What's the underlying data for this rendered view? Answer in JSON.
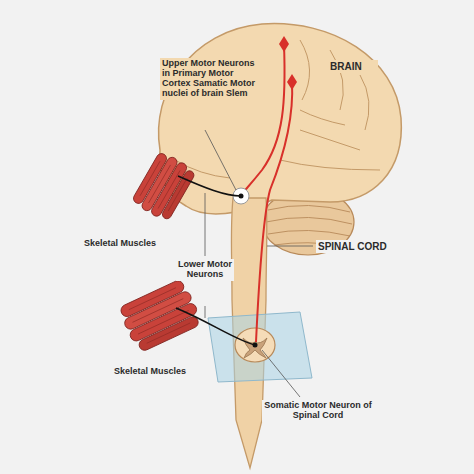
{
  "diagram": {
    "labels": [
      "Upper Motor Neurons in Primary Motor Cortex Samatic Motor nuclei of brain Slem",
      "BRAIN",
      "Skeletal Muscles",
      "SPINAL CORD",
      "Lower Motor Neurons",
      "Skeletal Muscles",
      "Somatic Motor Neuron of Spinal Cord"
    ]
  }
}
